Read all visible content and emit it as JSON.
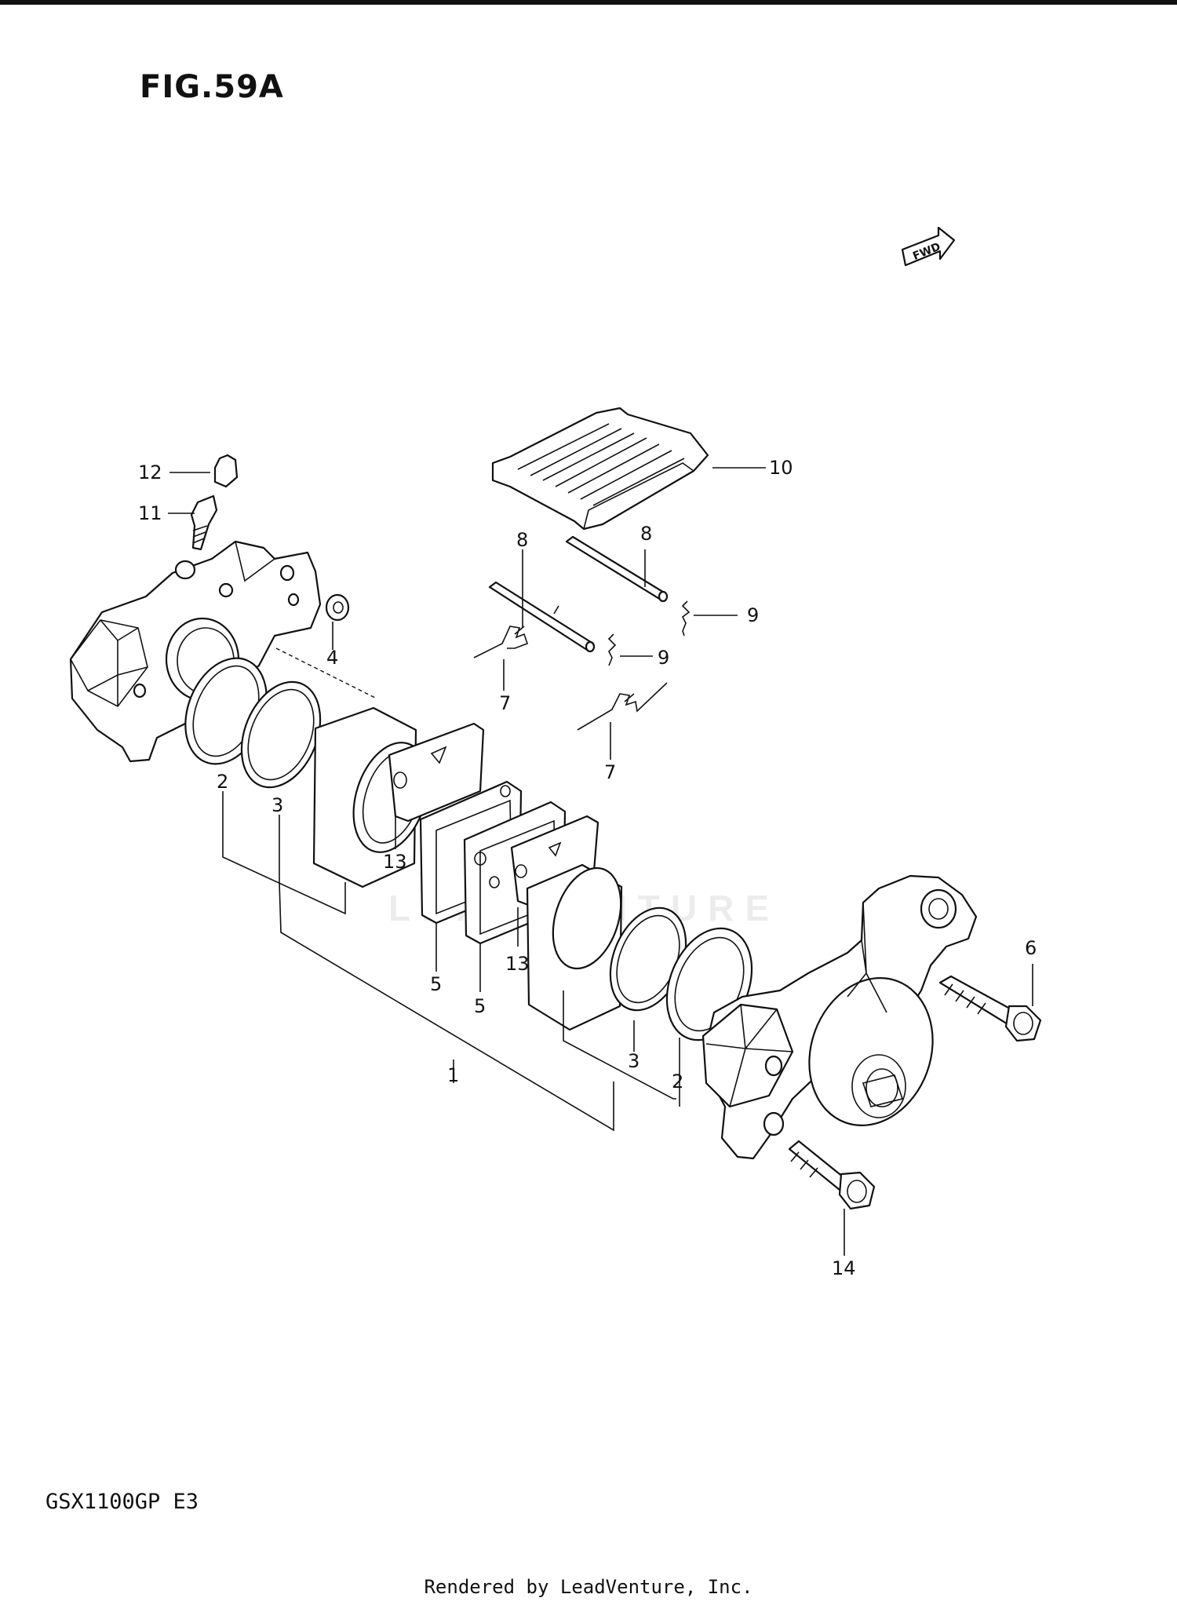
{
  "figure_title": "FIG.59A",
  "model_code": "GSX1100GP  E3",
  "footer_text": "Rendered by LeadVenture, Inc.",
  "watermark_text": "LEADVENTURE",
  "fwd_arrow_label": "FWD",
  "callouts": {
    "c1": "1",
    "c2a": "2",
    "c2b": "2",
    "c3a": "3",
    "c3b": "3",
    "c4": "4",
    "c5a": "5",
    "c5b": "5",
    "c6": "6",
    "c7a": "7",
    "c7b": "7",
    "c8a": "8",
    "c8b": "8",
    "c9a": "9",
    "c9b": "9",
    "c10": "10",
    "c11": "11",
    "c12": "12",
    "c13a": "13",
    "c13b": "13",
    "c14": "14"
  }
}
